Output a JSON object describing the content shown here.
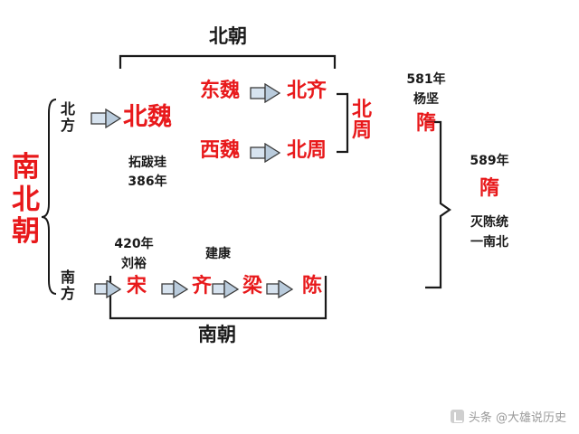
{
  "diagram": {
    "title_left": "南\n北\n朝",
    "north_section_title": "北朝",
    "south_section_title": "南朝",
    "north_direction": "北\n方",
    "south_direction": "南\n方",
    "nodes": {
      "beiwei": "北魏",
      "beiwei_sub1": "拓跋珪",
      "beiwei_sub2": "386年",
      "dongwei": "东魏",
      "beiqi": "北齐",
      "xiwei": "西魏",
      "beizhou": "北周",
      "beizhou_right": "北\n周",
      "sui_top_year": "581年",
      "sui_top_person": "杨坚",
      "sui_top": "隋",
      "sui_right_year": "589年",
      "sui_right": "隋",
      "sui_right_note1": "灭陈统",
      "sui_right_note2": "一南北",
      "song_year": "420年",
      "song_person": "刘裕",
      "jiankang": "建康",
      "song": "宋",
      "qi": "齐",
      "liang": "梁",
      "chen": "陈"
    },
    "watermark": "头条 @大雄说历史"
  }
}
